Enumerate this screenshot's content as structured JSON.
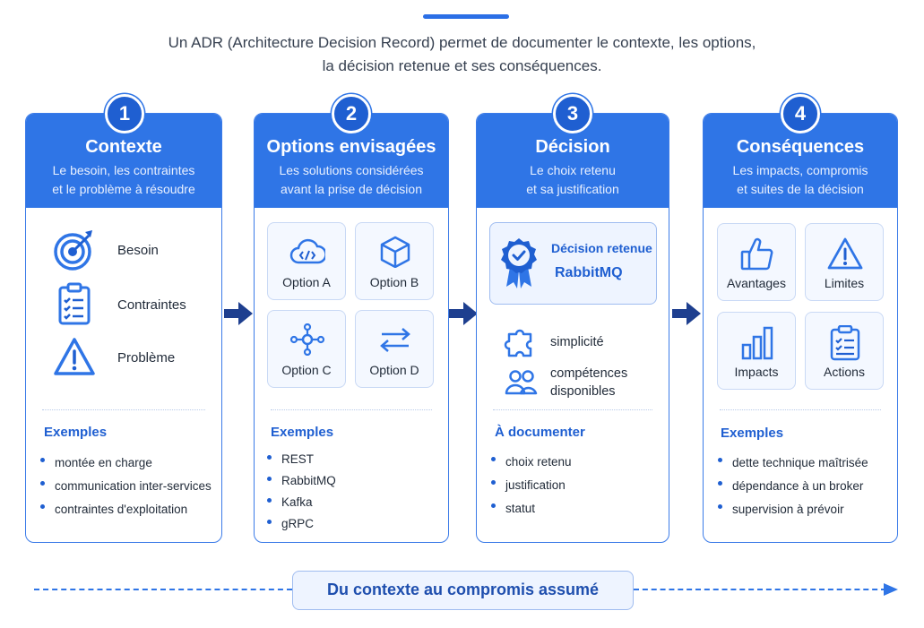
{
  "intro": {
    "line1": "Un ADR (Architecture Decision Record) permet de documenter le contexte, les options,",
    "line2": "la décision retenue et ses conséquences."
  },
  "cards": [
    {
      "number": "1",
      "title": "Contexte",
      "subtitle_line1": "Le besoin, les contraintes",
      "subtitle_line2": "et le problème à résoudre",
      "items": [
        {
          "icon": "target-icon",
          "label": "Besoin"
        },
        {
          "icon": "clipboard-checklist-icon",
          "label": "Contraintes"
        },
        {
          "icon": "warning-icon",
          "label": "Problème"
        }
      ],
      "examples_title": "Exemples",
      "examples": [
        "montée en charge",
        "communication inter-services",
        "contraintes d'exploitation"
      ]
    },
    {
      "number": "2",
      "title": "Options envisagées",
      "subtitle_line1": "Les solutions considérées",
      "subtitle_line2": "avant la prise de décision",
      "tiles": [
        {
          "icon": "code-cloud-icon",
          "label": "Option A"
        },
        {
          "icon": "cube-icon",
          "label": "Option B"
        },
        {
          "icon": "network-nodes-icon",
          "label": "Option C"
        },
        {
          "icon": "swap-arrows-icon",
          "label": "Option D"
        }
      ],
      "examples_title": "Exemples",
      "examples": [
        "REST",
        "RabbitMQ",
        "Kafka",
        "gRPC"
      ]
    },
    {
      "number": "3",
      "title": "Décision",
      "subtitle_line1": "Le choix retenu",
      "subtitle_line2": "et sa justification",
      "decision_label": "Décision retenue",
      "decision_value": "RabbitMQ",
      "reasons": [
        {
          "icon": "puzzle-icon",
          "label": "simplicité"
        },
        {
          "icon": "users-icon",
          "label_line1": "compétences",
          "label_line2": "disponibles"
        }
      ],
      "examples_title": "À documenter",
      "examples": [
        "choix retenu",
        "justification",
        "statut"
      ]
    },
    {
      "number": "4",
      "title": "Conséquences",
      "subtitle_line1": "Les impacts, compromis",
      "subtitle_line2": "et suites de la décision",
      "tiles": [
        {
          "icon": "thumbs-up-icon",
          "label": "Avantages"
        },
        {
          "icon": "warning-icon",
          "label": "Limites"
        },
        {
          "icon": "bar-chart-icon",
          "label": "Impacts"
        },
        {
          "icon": "checklist-icon",
          "label": "Actions"
        }
      ],
      "examples_title": "Exemples",
      "examples": [
        "dette technique maîtrisée",
        "dépendance à un broker",
        "supervision à prévoir"
      ]
    }
  ],
  "footer": {
    "label": "Du contexte au compromis assumé"
  },
  "colors": {
    "primary": "#2f75e6",
    "primary_dark": "#1f5fd1",
    "navy_arrow": "#1e3f8f"
  }
}
